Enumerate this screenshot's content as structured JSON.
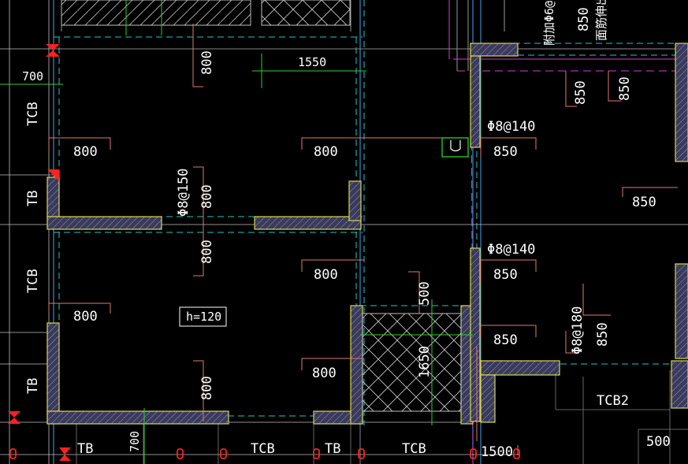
{
  "colors": {
    "background": "#000000",
    "axis_white": "#ffffff",
    "axis_blue": "#3fa9f5",
    "cyan_dash": "#20c8c8",
    "magenta": "#d040d0",
    "red_line": "#e06060",
    "pink_line": "#e89090",
    "green_dim": "#30d030",
    "wall_edge": "#d9d94a",
    "marker_red": "#ff2020"
  },
  "labels": {
    "d700_left": "700",
    "d1550": "1550",
    "d800_v_top": "800",
    "d800_left1": "800",
    "d800_mid1": "800",
    "rebar150": "Φ8@150",
    "d800_v_mid": "800",
    "d800_v_mid2": "800",
    "d800_mid2": "800",
    "d800_left2": "800",
    "h120": "h=120",
    "d800_mid3": "800",
    "d800_v_bottom": "800",
    "d500": "500",
    "d1650": "1650",
    "rebar140_a": "Φ8@140",
    "d850_a": "850",
    "d850_right": "850",
    "rebar140_b": "Φ8@140",
    "d850_b": "850",
    "d850_c": "850",
    "rebar180": "Φ8@180",
    "d850_v": "850",
    "d850_top1": "850",
    "d850_top2": "850",
    "d850_vtop": "850",
    "top_note": "附加Φ6@",
    "top_note2": "面筋伸出",
    "tcb2": "TCB2",
    "d500_br": "500",
    "side_tcb1": "TCB",
    "side_tb1": "TB",
    "side_tcb2": "TCB",
    "side_tb2": "TB",
    "bot_tb1": "TB",
    "bot_700": "700",
    "bot_tcb1": "TCB",
    "bot_tb2": "TB",
    "bot_tcb2": "TCB",
    "bot_1500": "1500"
  }
}
